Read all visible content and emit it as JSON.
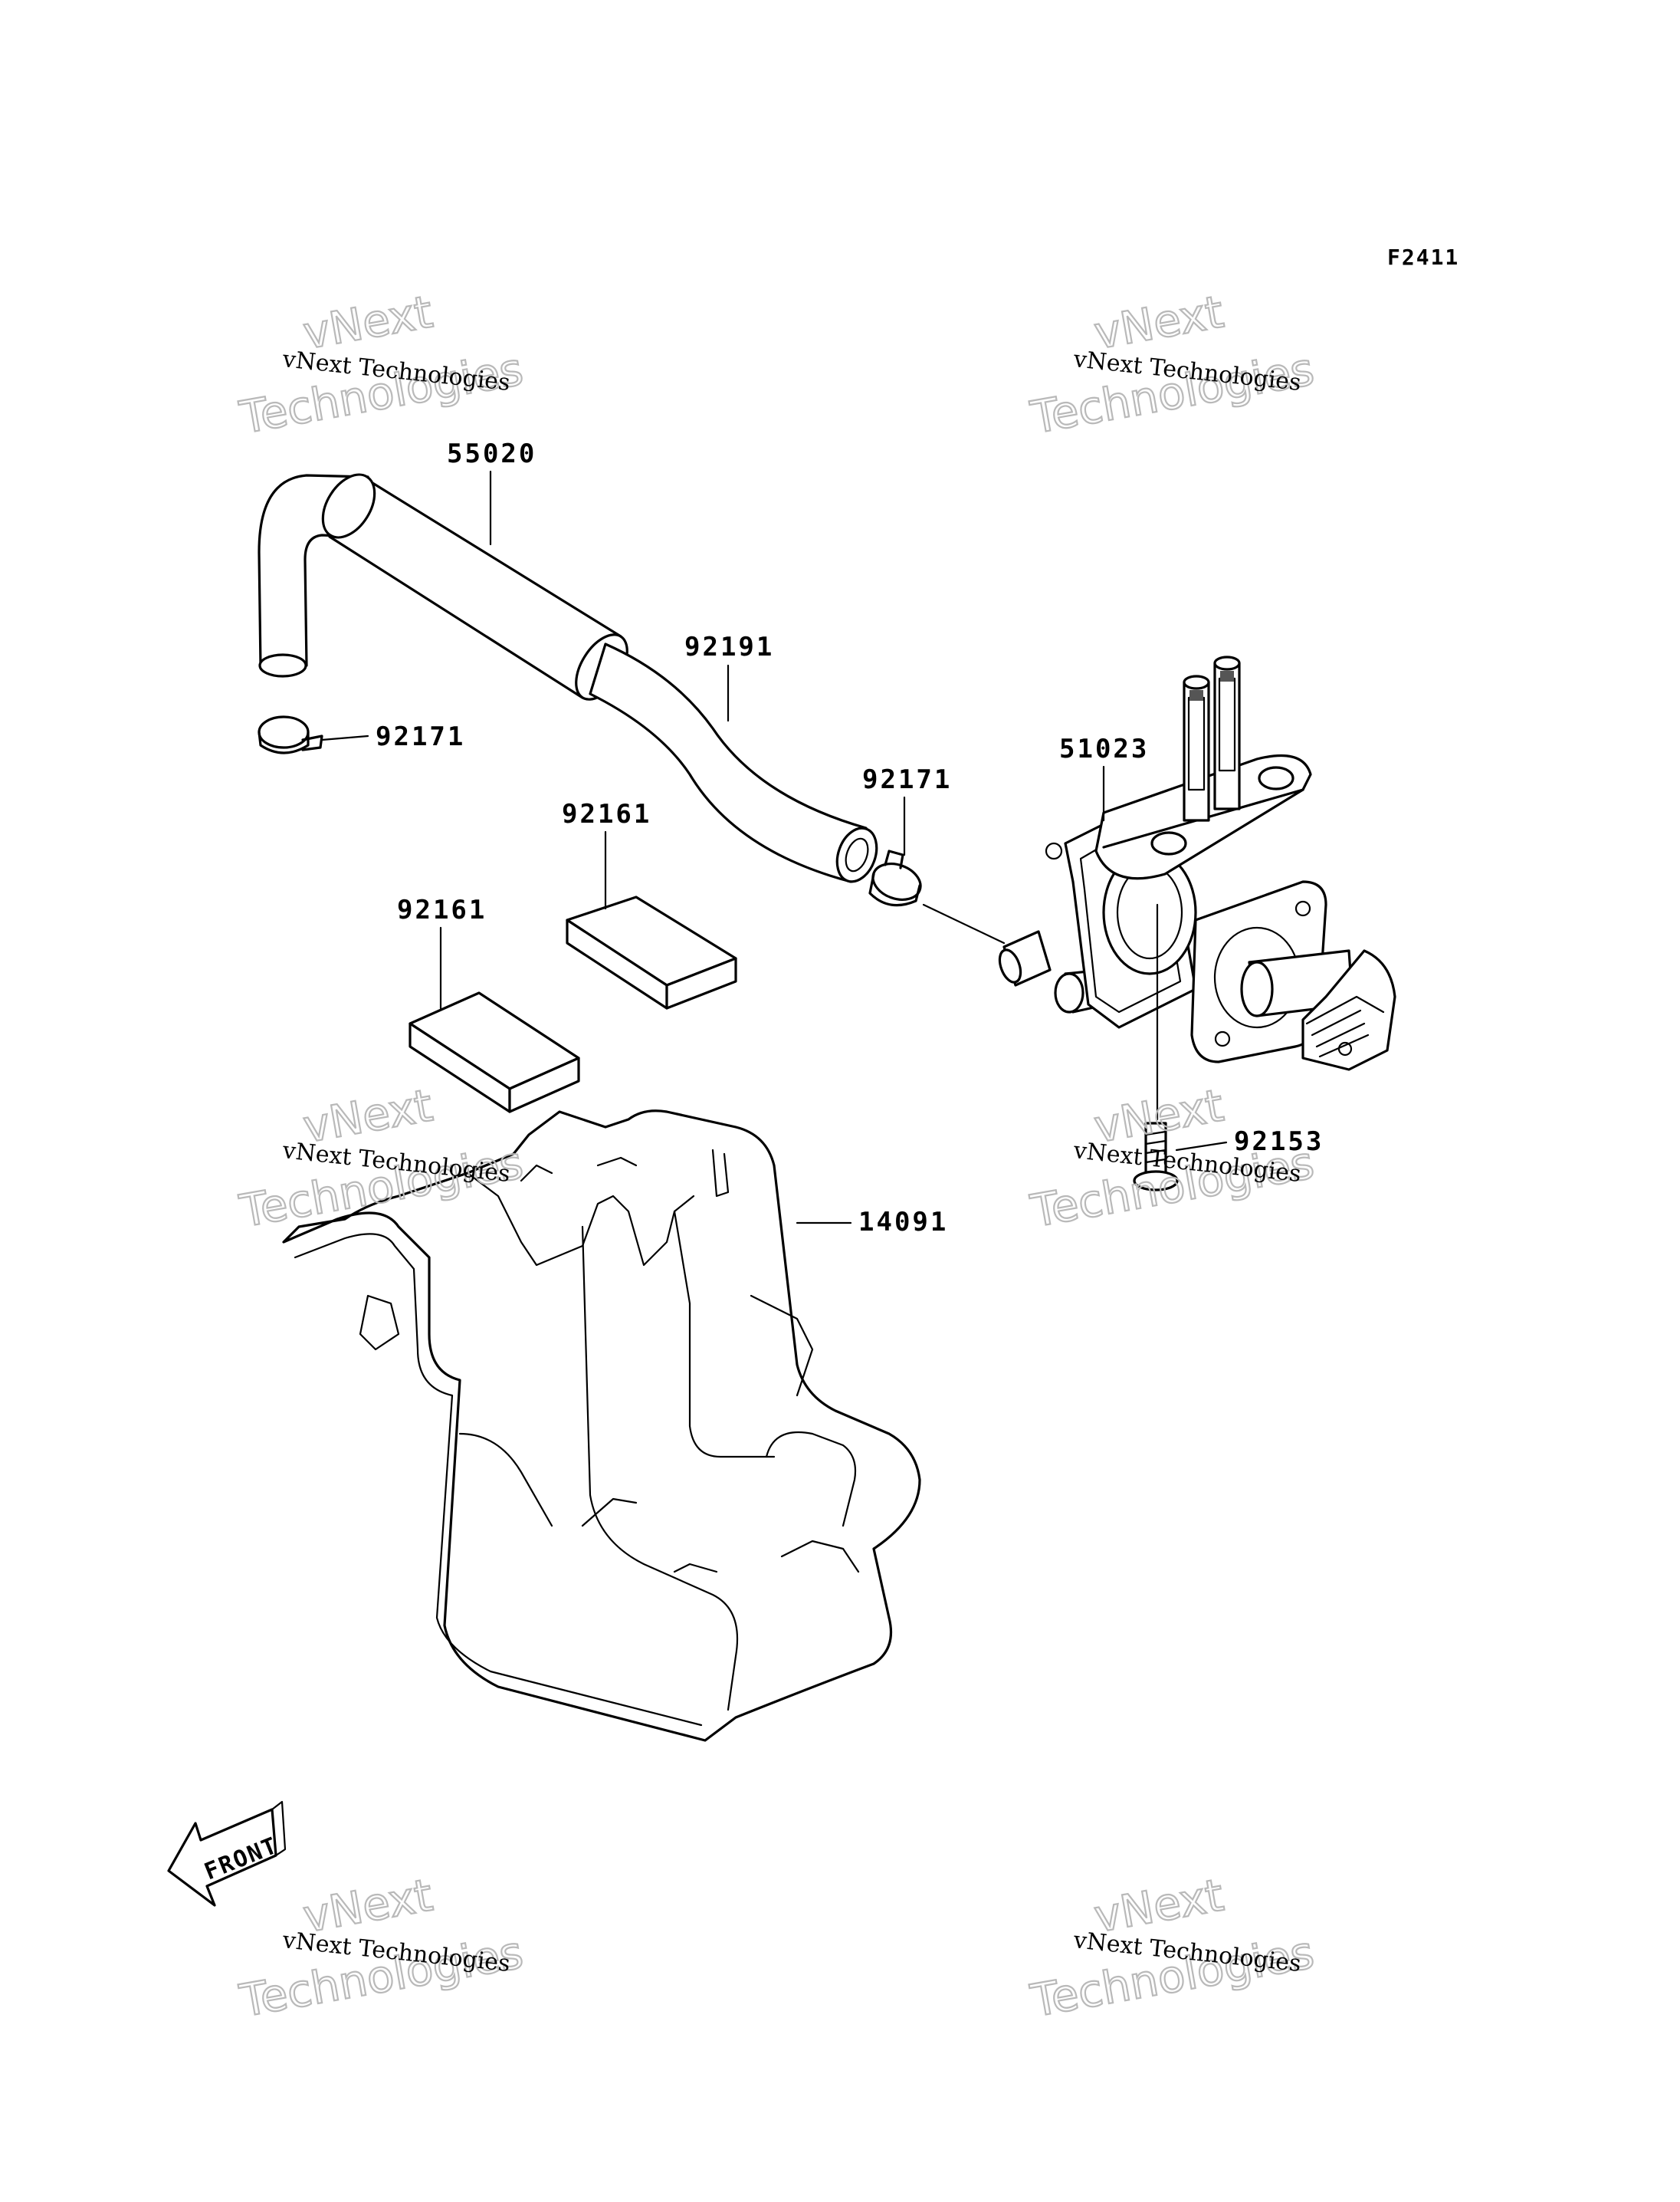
{
  "figure_code": "F2411",
  "watermark": {
    "line1": "vNext Technologies",
    "big_top": "vNext",
    "big_bottom": "Technologies"
  },
  "parts": [
    {
      "number": "55020"
    },
    {
      "number": "92191"
    },
    {
      "number": "92171"
    },
    {
      "number": "92171"
    },
    {
      "number": "51023"
    },
    {
      "number": "92161"
    },
    {
      "number": "92161"
    },
    {
      "number": "92153"
    },
    {
      "number": "14091"
    }
  ],
  "front_arrow_text": "FRONT"
}
